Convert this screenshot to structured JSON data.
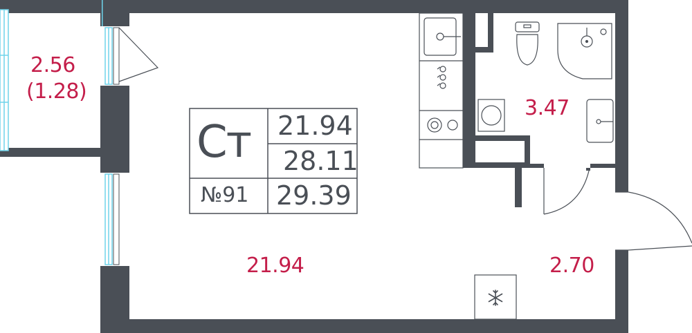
{
  "plan": {
    "apartment_type": "Ст",
    "apartment_number": "№91",
    "areas": {
      "living": "21.94",
      "total": "28.11",
      "total_with_balcony": "29.39"
    },
    "rooms": [
      {
        "id": "balcony",
        "area": "2.56",
        "sub": "(1.28)"
      },
      {
        "id": "bathroom",
        "area": "3.47"
      },
      {
        "id": "main-room",
        "area": "21.94"
      },
      {
        "id": "hallway",
        "area": "2.70"
      }
    ],
    "colors": {
      "wall": "#4a4f56",
      "label": "#c41e4a",
      "window": "#6ed3ea",
      "fixture_line": "#4a4f56"
    },
    "icons": [
      "snowflake-icon",
      "sink-icon",
      "toilet-icon",
      "shower-icon",
      "stove-icon",
      "washing-machine-icon"
    ]
  }
}
